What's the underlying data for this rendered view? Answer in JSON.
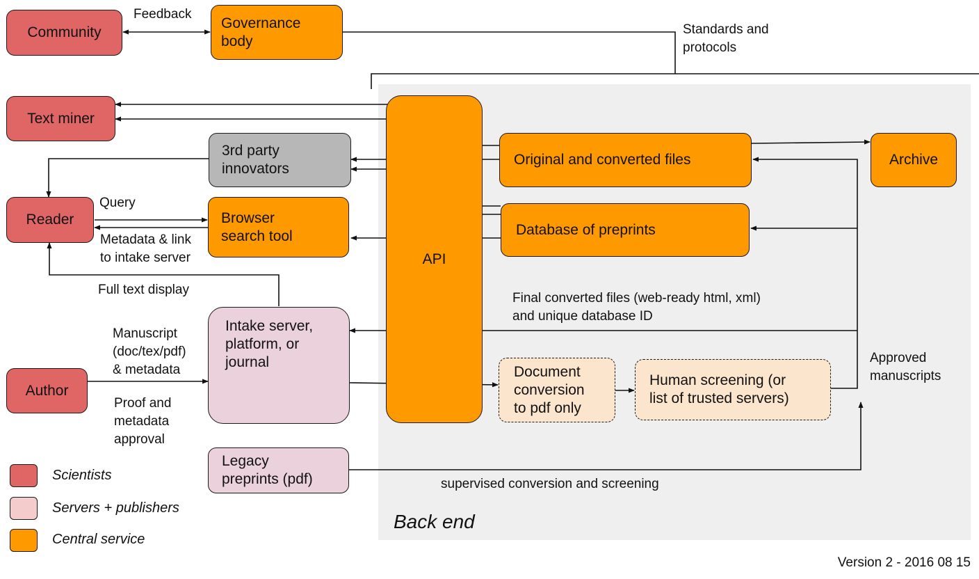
{
  "boxes": {
    "community": "Community",
    "governance": "Governance\nbody",
    "text_miner": "Text miner",
    "third_party": "3rd party\ninnovators",
    "reader": "Reader",
    "browser": "Browser\nsearch tool",
    "api": "API",
    "original_files": "Original and converted files",
    "archive": "Archive",
    "database": "Database of preprints",
    "intake": "Intake server,\nplatform, or\njournal",
    "author": "Author",
    "doc_conversion": "Document\nconversion\nto pdf only",
    "human_screening": "Human screening (or\nlist of trusted servers)",
    "legacy": "Legacy\npreprints (pdf)"
  },
  "labels": {
    "feedback": "Feedback",
    "standards": "Standards and\nprotocols",
    "query": "Query",
    "metadata_link": "Metadata & link\nto intake server",
    "full_text": "Full text display",
    "final_converted": "Final converted files (web-ready html, xml)\nand unique database ID",
    "manuscript": "Manuscript\n(doc/tex/pdf)\n& metadata",
    "proof": "Proof and\nmetadata\napproval",
    "approved": "Approved\nmanuscripts",
    "supervised": "supervised conversion and screening"
  },
  "legend": {
    "scientists": "Scientists",
    "servers": "Servers + publishers",
    "central": "Central service"
  },
  "colors": {
    "scientists": "#e06666",
    "servers": "#ead1dc",
    "central": "#ff9900",
    "innovators": "#b7b7b7",
    "screening": "#fce5cd",
    "backend": "#efefef"
  },
  "backend_title": "Back end",
  "version": "Version 2 - 2016 08 15"
}
